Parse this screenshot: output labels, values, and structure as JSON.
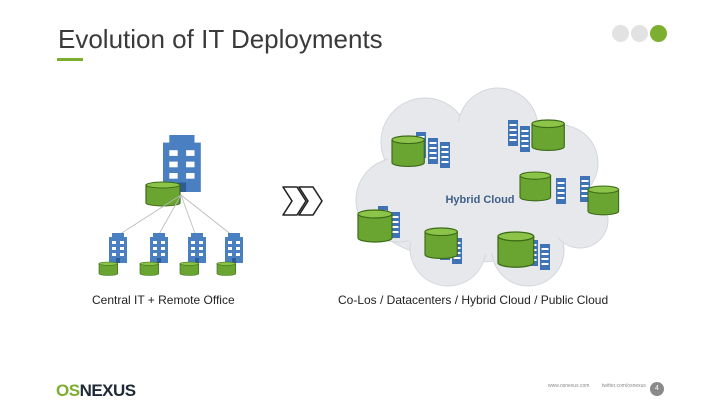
{
  "slide": {
    "title": "Evolution of IT Deployments",
    "left_caption": "Central IT + Remote Office",
    "right_caption": "Co-Los / Datacenters / Hybrid Cloud / Public Cloud",
    "cloud_label": "Hybrid Cloud",
    "page_number": "4"
  },
  "footer": {
    "logo_text": "OSNEXUS",
    "url_left": "www.osnexus.com",
    "url_right": "twitter.com/osnexus"
  },
  "colors": {
    "accent_green": "#7cae2f",
    "building_blue": "#4a7fc1",
    "database_green": "#6aa531",
    "cloud_gray": "#e6e8ec"
  },
  "icons": {
    "arrow": "double-chevron-right-icon",
    "building": "building-icon",
    "database": "database-icon",
    "server": "server-rack-icon",
    "cloud": "cloud-icon"
  }
}
